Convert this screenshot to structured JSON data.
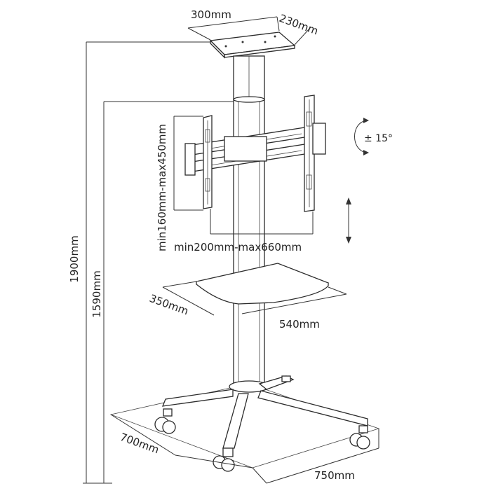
{
  "dimensions": {
    "top_plate_width": "300mm",
    "top_plate_depth": "230mm",
    "bracket_height": "min160mm-max450mm",
    "bracket_width": "min200mm-max660mm",
    "tilt": "± 15°",
    "shelf_depth": "350mm",
    "shelf_width": "540mm",
    "overall_height": "1900mm",
    "bracket_mount_height": "1590mm",
    "base_depth": "700mm",
    "base_width": "750mm"
  },
  "colors": {
    "line": "#2b2b2b",
    "background": "#ffffff"
  },
  "icons": {
    "tilt": "rotate-arrow-icon",
    "height_adjust": "double-vertical-arrow-icon"
  }
}
